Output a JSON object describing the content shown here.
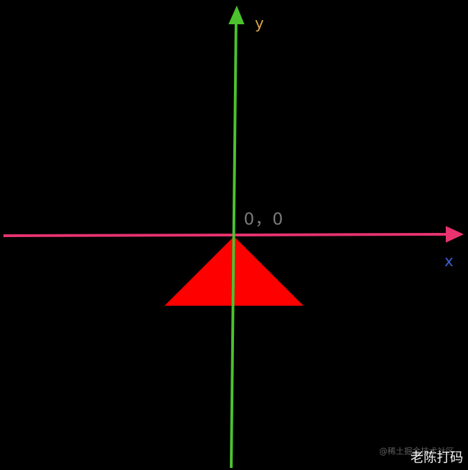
{
  "labels": {
    "y_axis": "y",
    "x_axis": "x",
    "origin": "0，0"
  },
  "watermarks": {
    "platform": "@稀土掘金技术社区",
    "author": "老陈打码"
  },
  "colors": {
    "background": "#000000",
    "x_axis": "#e8336f",
    "y_axis": "#4cc22e",
    "triangle": "#ff0000",
    "y_label": "#d8a24a",
    "x_label": "#3d5fd6",
    "origin_label": "#7a7a7a"
  }
}
